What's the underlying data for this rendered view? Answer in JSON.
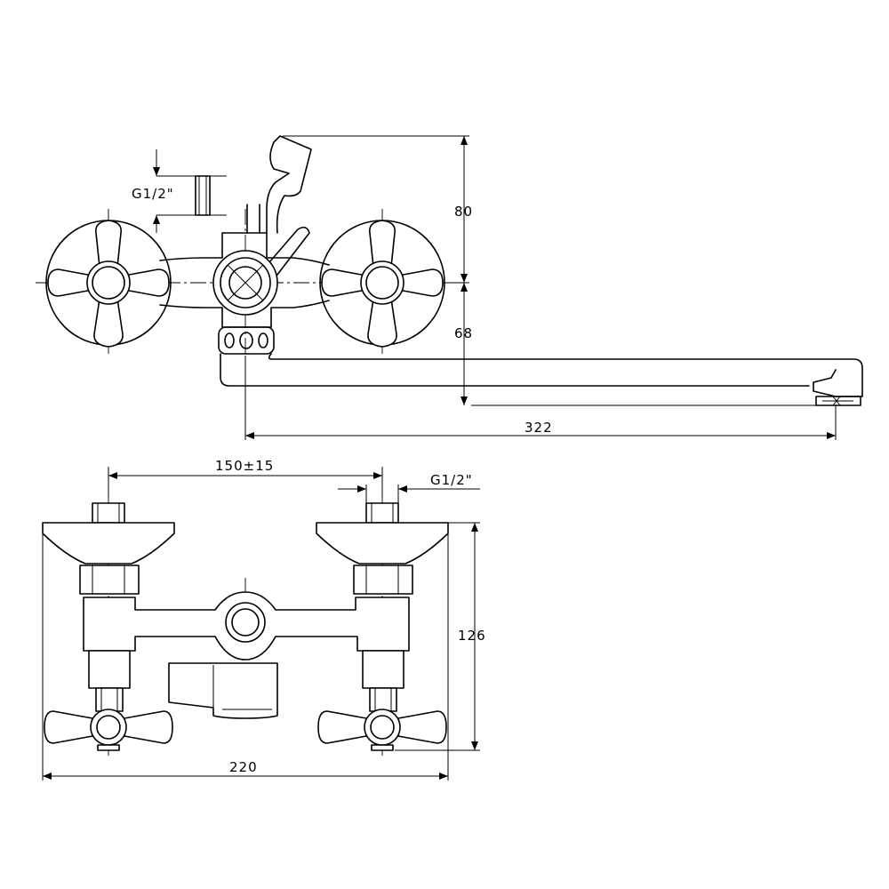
{
  "top_view": {
    "thread_label": "G1/2\"",
    "dim_height_top": "80",
    "dim_height_bottom": "68",
    "dim_spout_length": "322"
  },
  "front_view": {
    "dim_center_distance": "150±15",
    "thread_label": "G1/2\"",
    "dim_height": "126",
    "dim_total_width": "220"
  }
}
